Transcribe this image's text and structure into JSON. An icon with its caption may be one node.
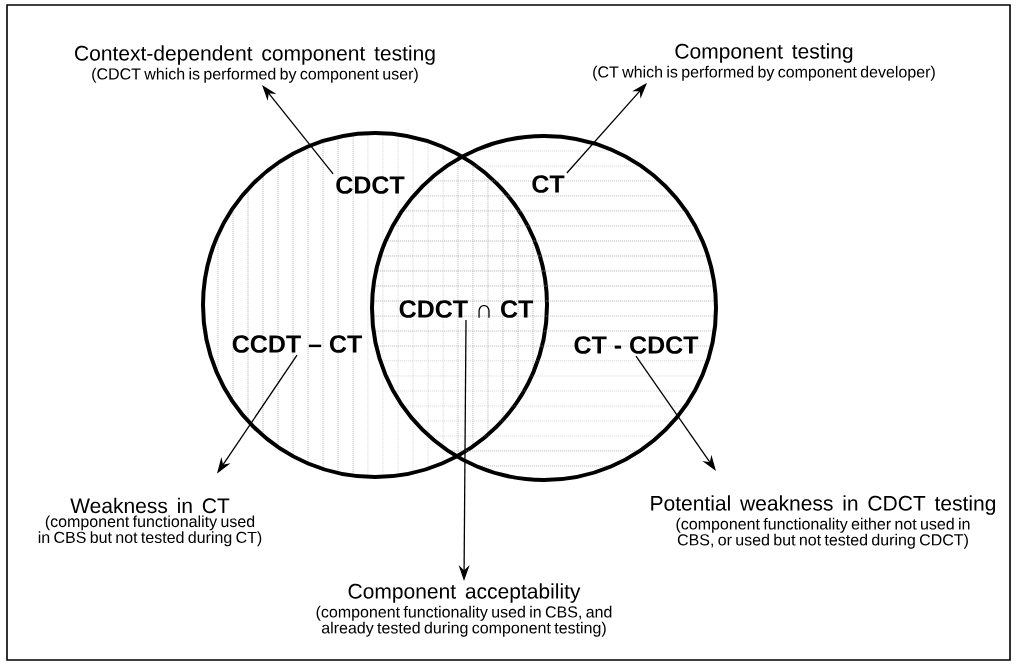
{
  "diagram": {
    "nodes": [
      {
        "text": [
          "Context-dependent component testing",
          "(CDCT which is performed by component user)"
        ]
      },
      {
        "text": [
          "Component testing",
          "(CT which is performed by component developer)"
        ]
      },
      {
        "text": [],
        "shape": "circle"
      },
      {
        "text": [
          "CDCT"
        ],
        "in": 2
      },
      {
        "text": [],
        "shape": "circle"
      },
      {
        "text": [
          "CT"
        ],
        "in": 4
      },
      {
        "text": [
          "CDCT ∩ CT"
        ]
      },
      {
        "text": [
          "CCDT – CT"
        ],
        "in": 2
      },
      {
        "text": [
          "CT - CDCT"
        ],
        "in": 4
      },
      {
        "text": [
          "Weakness in CT",
          "(component functionality used in CBS but not tested during CT)"
        ]
      },
      {
        "text": [
          "Potential weakness in CDCT testing",
          "(component functionality either not used in CBS, or used but not tested during CDCT)"
        ]
      },
      {
        "text": [
          "Component acceptability",
          "(component functionality used in CBS, and already tested during component testing)"
        ]
      }
    ],
    "edges": [
      {
        "from": 3,
        "to": 0,
        "arrow": "to"
      },
      {
        "from": 5,
        "to": 1,
        "arrow": "to"
      },
      {
        "from": 6,
        "to": 11,
        "arrow": "to"
      },
      {
        "from": 7,
        "to": 9,
        "arrow": "to"
      },
      {
        "from": 8,
        "to": 10,
        "arrow": "to"
      }
    ]
  }
}
